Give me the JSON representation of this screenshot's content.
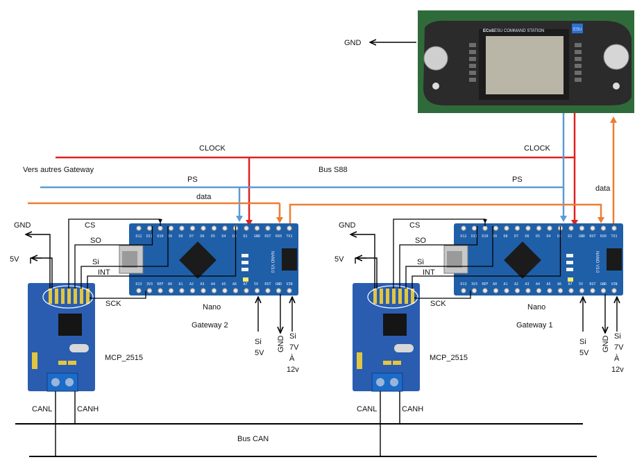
{
  "diagram": {
    "station": {
      "brand": "ECoS",
      "subtitle": "ESU COMMAND STATION",
      "logo": "ESU"
    },
    "bus_s88": {
      "label": "Bus S88",
      "left_label": "Vers autres Gateway",
      "clock_label": "CLOCK",
      "ps_label": "PS",
      "data_label": "data"
    },
    "station_gnd": "GND",
    "bus_can": {
      "label": "Bus CAN",
      "canl": "CANL",
      "canh": "CANH"
    },
    "gateways": [
      {
        "name": "Gateway 2",
        "nano_label": "Nano",
        "mcp_label": "MCP_2515",
        "gnd_label": "GND",
        "v5_label": "5V",
        "spi": [
          "CS",
          "SO",
          "Si",
          "INT",
          "SCK"
        ],
        "pwr_5v": [
          "Si",
          "5V"
        ],
        "pwr_gnd": "GND",
        "pwr_vin": [
          "Si",
          "7V",
          "À",
          "12v"
        ]
      },
      {
        "name": "Gateway 1",
        "nano_label": "Nano",
        "mcp_label": "MCP_2515",
        "gnd_label": "GND",
        "v5_label": "5V",
        "spi": [
          "CS",
          "SO",
          "Si",
          "INT",
          "SCK"
        ],
        "pwr_5v": [
          "Si",
          "5V"
        ],
        "pwr_gnd": "GND",
        "pwr_vin": [
          "Si",
          "7V",
          "À",
          "12v"
        ]
      }
    ],
    "nano_pins_top": [
      "D12",
      "D11",
      "D10",
      "D9",
      "D8",
      "D7",
      "D6",
      "D5",
      "D4",
      "D3",
      "D2",
      "GND",
      "RST",
      "RX0",
      "TX1"
    ],
    "nano_pins_bottom": [
      "D13",
      "3V3",
      "REF",
      "A0",
      "A1",
      "A2",
      "A3",
      "A4",
      "A5",
      "A6",
      "A7",
      "5V",
      "RST",
      "GND",
      "VIN"
    ],
    "nano_board_text": [
      "NANO",
      "V3.0"
    ],
    "colors": {
      "clock": "#e02020",
      "ps": "#5b9bd5",
      "data": "#ed7d31",
      "wire": "#000000",
      "board": "#1f5fa8",
      "mcp": "#2a5db0",
      "photo_bg": "#2f6b3a"
    }
  }
}
